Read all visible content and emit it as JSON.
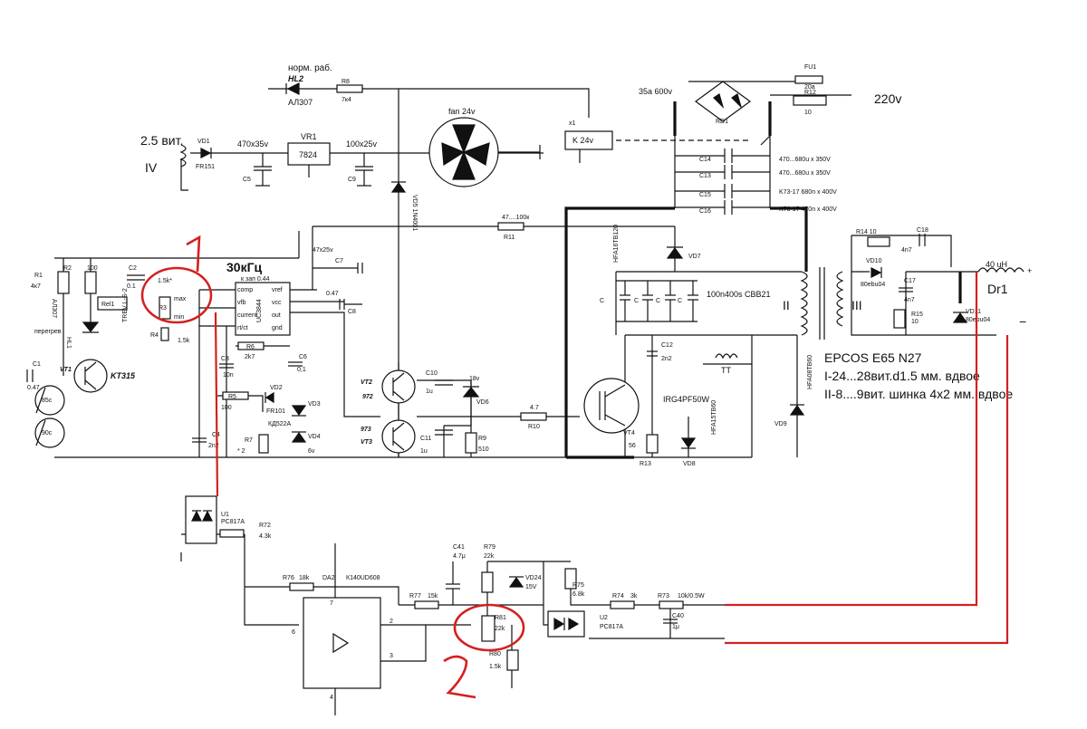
{
  "labels": {
    "norm_rab": "норм. раб.",
    "hl2": "HL2",
    "al307_top": "АЛ307",
    "r8": "R8",
    "r8_val": "7к4",
    "fu1": "FU1",
    "fu1_val": "20a",
    "r12": "R12",
    "r12_val": "10",
    "bridge_rating": "35a 600v",
    "rd1": "RD1",
    "mains": "220v",
    "x1": "x1",
    "relay": "K 24v",
    "fan": "fan 24v",
    "turns_2_5": "2.5 вит.",
    "vd1": "VD1",
    "fr151": "FR151",
    "iv": "IV",
    "c_470x35": "470x35v",
    "vr1": "VR1",
    "reg7824": "7824",
    "c_100x25": "100x25v",
    "c5": "C5",
    "c9": "C9",
    "vd5": "VD5 1N4001",
    "c14": "C14",
    "c13": "C13",
    "c15": "C15",
    "c16": "C16",
    "c14_val": "470...680u x 350V",
    "c13_val": "470...680u x 350V",
    "c15_val": "K73-17 680n x 400V",
    "c16_val": "K73-17 470n x 400V",
    "r11_val": "47....100к",
    "r11": "R11",
    "vd7_part": "HFA16TB120",
    "vd7": "VD7",
    "r14": "R14 10",
    "c18": "C18",
    "c18_val": "4n7",
    "dr1_val": "40 uH",
    "dr1": "Dr1",
    "plus": "+",
    "minus": "−",
    "vd10": "VD10",
    "vd10_part": "80ebu04",
    "c17": "C17",
    "c17_val": "4n7",
    "r15": "R15",
    "r15_val": "10",
    "vd11": "VD11",
    "vd11_part": "80ebu04",
    "winding_ii": "II",
    "winding_iii": "III",
    "caps_c": "C",
    "cap_bank": "100n400s CBB21",
    "core": "EPCOS E65 N27",
    "winding_spec_1": "I-24...28вит.d1.5 мм. вдвое",
    "winding_spec_2": "II-8....9вит. шинка 4x2 мм. вдвое",
    "c12": "C12",
    "c12_val": "2n2",
    "tt": "TT",
    "vd9_part": "HFA08TB60",
    "vd9": "VD9",
    "igbt": "IRG4PF50W",
    "vt4": "VT4",
    "r13_val": "56",
    "r13": "R13",
    "vd8_part": "HFA15TB60",
    "vd8": "VD8",
    "r10_val": "4.7",
    "r10": "R10",
    "vt2_part": "972",
    "vt2": "VT2",
    "vt3_part": "973",
    "vt3": "VT3",
    "c10": "C10",
    "c10_val": "1u",
    "c11": "C11",
    "c11_val": "1u",
    "vd6_val": "18v",
    "vd6": "VD6",
    "r9": "R9",
    "r9_val": "510",
    "freq": "30кГц",
    "chip_note": "к зап 0.44",
    "uc3844": "UC3844",
    "pin_comp": "comp",
    "pin_vfb": "vfb",
    "pin_current": "current",
    "pin_rrct": "rt/ct",
    "pin_vref": "vref",
    "pin_vcc": "vcc",
    "pin_out": "out",
    "pin_gnd": "gnd",
    "c_47x25": "47x25v",
    "c7": "C7",
    "c8_val": "0.47",
    "c8": "C8",
    "c2": "C2",
    "c2_val": "0.1",
    "r_1_5k_star": "1.5k*",
    "r3": "R3",
    "max": "max",
    "min": "min",
    "r4": "R4",
    "r4_val": "1.5k",
    "c3": "C3",
    "c3_val": "10n",
    "r6": "R6",
    "r6_val": "2k7",
    "c6": "C6",
    "c6_val": "0,1",
    "r5": "R5",
    "r5_val": "100",
    "vd2": "VD2",
    "fr101": "FR101",
    "vd3": "VD3",
    "kd522": "КД522А",
    "vd4": "VD4",
    "vd4_val": "6v",
    "r7": "R7",
    "r7_val": "* 2",
    "c4": "C4",
    "c4_val": "2n2",
    "r1": "R1",
    "r1_val": "4к7",
    "r2": "R2",
    "r2_val": "100",
    "al307_left": "АЛ307",
    "hl1": "HL1",
    "peregrev": "перегрев",
    "rel1": "Rel1",
    "trel": "TREV L-S-2",
    "c1": "C1",
    "c1_val": "0.47",
    "vt1": "VT1",
    "kt315": "KT315",
    "sens_85": "85c",
    "sens_90": "90c",
    "u1": "U1",
    "u1_part": "PC817A",
    "r72": "R72",
    "r72_val": "4.3k",
    "r76": "R76",
    "r76_val": "18k",
    "da2": "DA2",
    "da2_part": "К140UD608",
    "pin7": "7",
    "pin6": "6",
    "pin2": "2",
    "pin3": "3",
    "pin4": "4",
    "r77": "R77",
    "r77_val": "15k",
    "c41": "C41",
    "c41_val": "4.7μ",
    "r79": "R79",
    "r79_val": "22k",
    "vd24": "VD24",
    "vd24_val": "15V",
    "r75": "R75",
    "r75_val": "6.8k",
    "r74": "R74",
    "r74_val": "3k",
    "r73": "R73",
    "r73_val": "10k/0.5W",
    "c40": "C40",
    "c40_val": "1μ",
    "u2": "U2",
    "u2_part": "PC817A",
    "r81": "R81",
    "r81_val": "22k",
    "r80": "R80",
    "r80_val": "1.5k",
    "hand_1": "1",
    "hand_2": "2"
  },
  "colors": {
    "ink": "#111111",
    "annotation": "#d42020",
    "background": "#ffffff"
  }
}
